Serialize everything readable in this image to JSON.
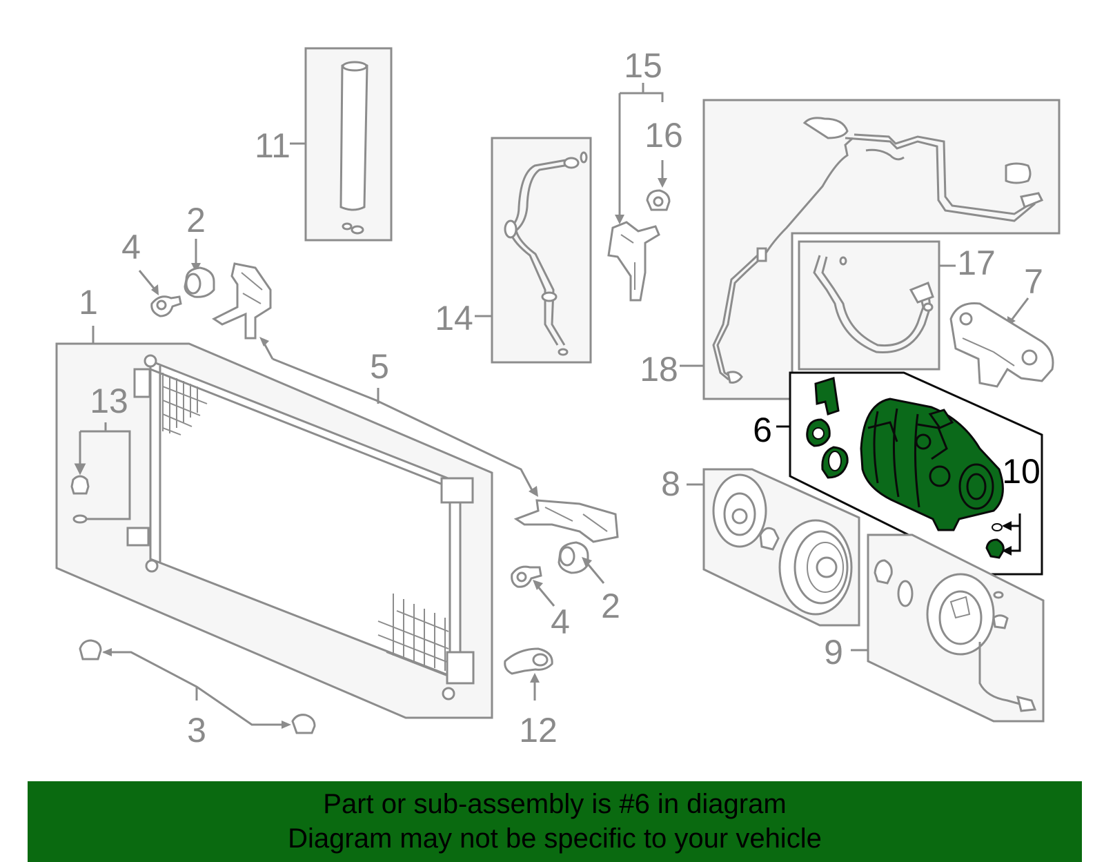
{
  "callouts": {
    "c1": "1",
    "c2a": "2",
    "c2b": "2",
    "c3": "3",
    "c4a": "4",
    "c4b": "4",
    "c5": "5",
    "c6": "6",
    "c7": "7",
    "c8": "8",
    "c9": "9",
    "c10": "10",
    "c11": "11",
    "c12": "12",
    "c13": "13",
    "c14": "14",
    "c15": "15",
    "c16": "16",
    "c17": "17",
    "c18": "18"
  },
  "highlighted_part": "6",
  "colors": {
    "highlight": "#0b6a1a",
    "banner": "#0a6a10",
    "outline": "#8c8c8c"
  },
  "banner": {
    "line1": "Part or sub-assembly is #6 in diagram",
    "line2": "Diagram may not be specific to your vehicle"
  }
}
